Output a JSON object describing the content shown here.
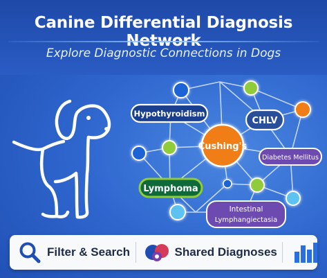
{
  "header": {
    "title": "Canine Differential Diagnosis Network",
    "subtitle": "Explore Diagnostic Connections in Dogs"
  },
  "network": {
    "nodes": [
      {
        "id": "hypothyroidism",
        "label": "Hypothyroidism"
      },
      {
        "id": "chlv",
        "label": "CHLV"
      },
      {
        "id": "cushings",
        "label": "Cushing's"
      },
      {
        "id": "diabetes-mellitus",
        "label": "Diabetes Mellitus"
      },
      {
        "id": "lymphoma",
        "label": "Lymphoma"
      },
      {
        "id": "intestinal-lymphangiectasia",
        "label_line1": "Intestinal",
        "label_line2": "Lymphangiectasia"
      }
    ]
  },
  "toolbar": {
    "filter_search_label": "Filter & Search",
    "shared_diagnoses_label": "Shared Diagnoses",
    "icons": [
      "search-icon",
      "shared-diagnoses-icon",
      "bar-chart-icon"
    ]
  },
  "colors": {
    "header": "#1e49a8",
    "background": "#2f67cf",
    "node_blue": "#1f63d6",
    "node_orange": "#f07d18",
    "node_green": "#8fcb3a",
    "node_light_blue": "#5cc2f2",
    "node_purple": "#6d4ab0",
    "pill_navy": "#1b3f8f"
  }
}
